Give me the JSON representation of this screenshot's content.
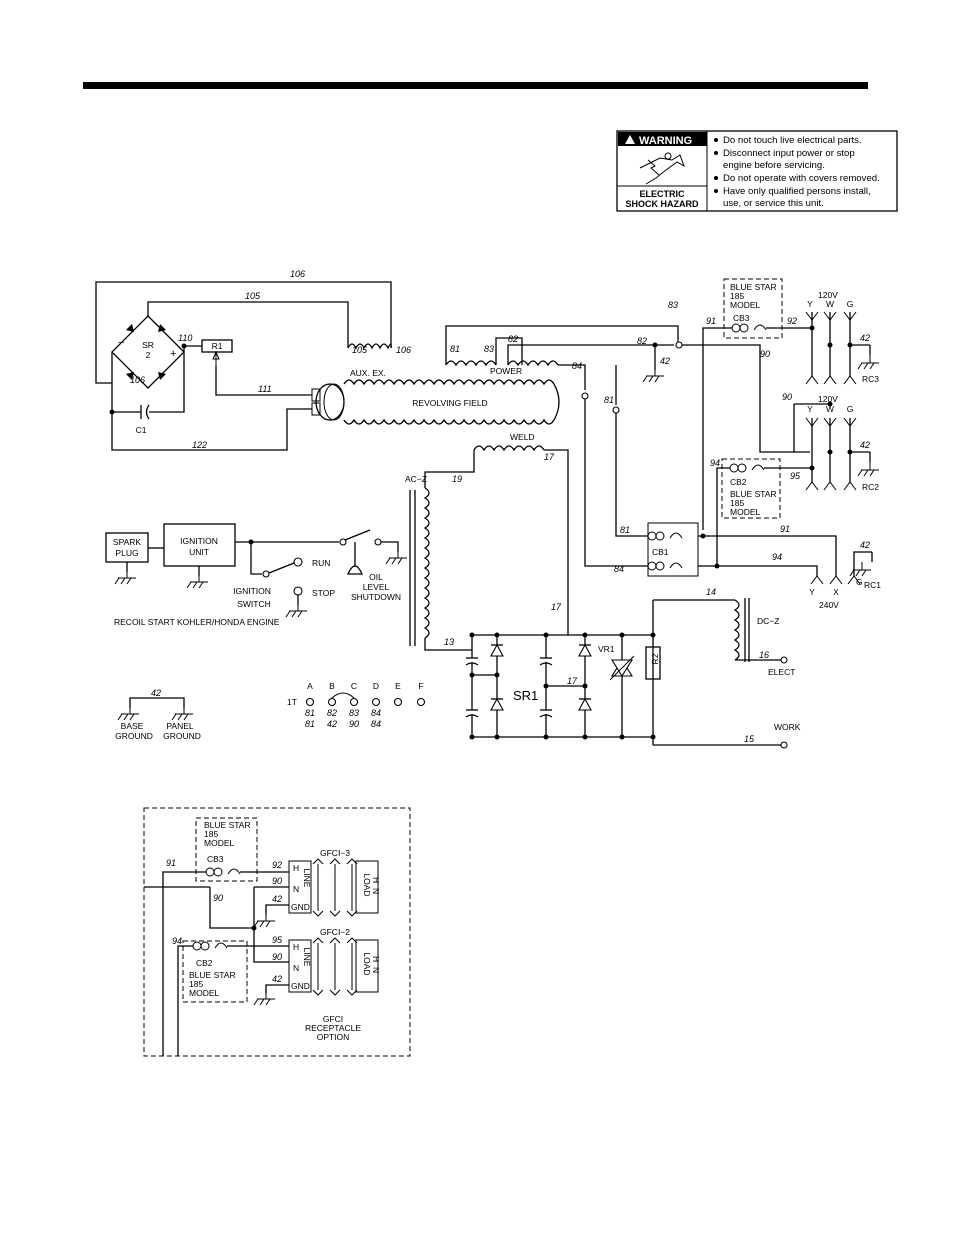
{
  "warning": {
    "title": "WARNING",
    "hazard_line1": "ELECTRIC",
    "hazard_line2": "SHOCK HAZARD",
    "bullets": [
      "Do not touch live electrical parts.",
      "Disconnect input power or stop",
      "engine before servicing.",
      "Do not operate with covers removed.",
      "Have only qualified persons install,",
      "use, or service this unit."
    ]
  },
  "labels": {
    "sr2": "SR",
    "sr2_num": "2",
    "r1": "R1",
    "c1": "C1",
    "aux_ex": "AUX. EX.",
    "power": "POWER",
    "revolving_field": "REVOLVING FIELD",
    "weld": "WELD",
    "acz": "AC−Z",
    "sr1": "SR1",
    "vr1": "VR1",
    "r2": "R2",
    "dcz": "DC−Z",
    "elect": "ELECT",
    "work": "WORK",
    "cb1": "CB1",
    "cb2": "CB2",
    "cb3": "CB3",
    "blue_star": "BLUE STAR",
    "model_185": "185",
    "model": "MODEL",
    "v120": "120V",
    "v240": "240V",
    "y": "Y",
    "w": "W",
    "g": "G",
    "x": "X",
    "rc1": "RC1",
    "rc2": "RC2",
    "rc3": "RC3",
    "spark1": "SPARK",
    "spark2": "PLUG",
    "ign1": "IGNITION",
    "ign2": "UNIT",
    "ign_sw1": "IGNITION",
    "ign_sw2": "SWITCH",
    "run": "RUN",
    "stop": "STOP",
    "oil1": "OIL",
    "oil2": "LEVEL",
    "oil3": "SHUTDOWN",
    "engine": "RECOIL START KOHLER/HONDA ENGINE",
    "base1": "BASE",
    "base2": "GROUND",
    "panel1": "PANEL",
    "panel2": "GROUND",
    "tap_name": "1T",
    "gfci3": "GFCI−3",
    "gfci2": "GFCI−2",
    "line": "LINE",
    "load": "LOAD",
    "h": "H",
    "n": "N",
    "gnd": "GND",
    "gfci_opt1": "GFCI",
    "gfci_opt2": "RECEPTACLE",
    "gfci_opt3": "OPTION"
  },
  "wires": {
    "w106": "106",
    "w105": "105",
    "w110": "110",
    "w111": "111",
    "w122": "122",
    "w81": "81",
    "w82": "82",
    "w83": "83",
    "w84": "84",
    "w90": "90",
    "w91": "91",
    "w92": "92",
    "w94": "94",
    "w95": "95",
    "w42": "42",
    "w19": "19",
    "w17": "17",
    "w13": "13",
    "w14": "14",
    "w15": "15",
    "w16": "16"
  },
  "tap_block": {
    "letters": [
      "A",
      "B",
      "C",
      "D",
      "E",
      "F"
    ],
    "row1": [
      "81",
      "82",
      "83",
      "84"
    ],
    "row2": [
      "81",
      "42",
      "90",
      "84"
    ]
  }
}
